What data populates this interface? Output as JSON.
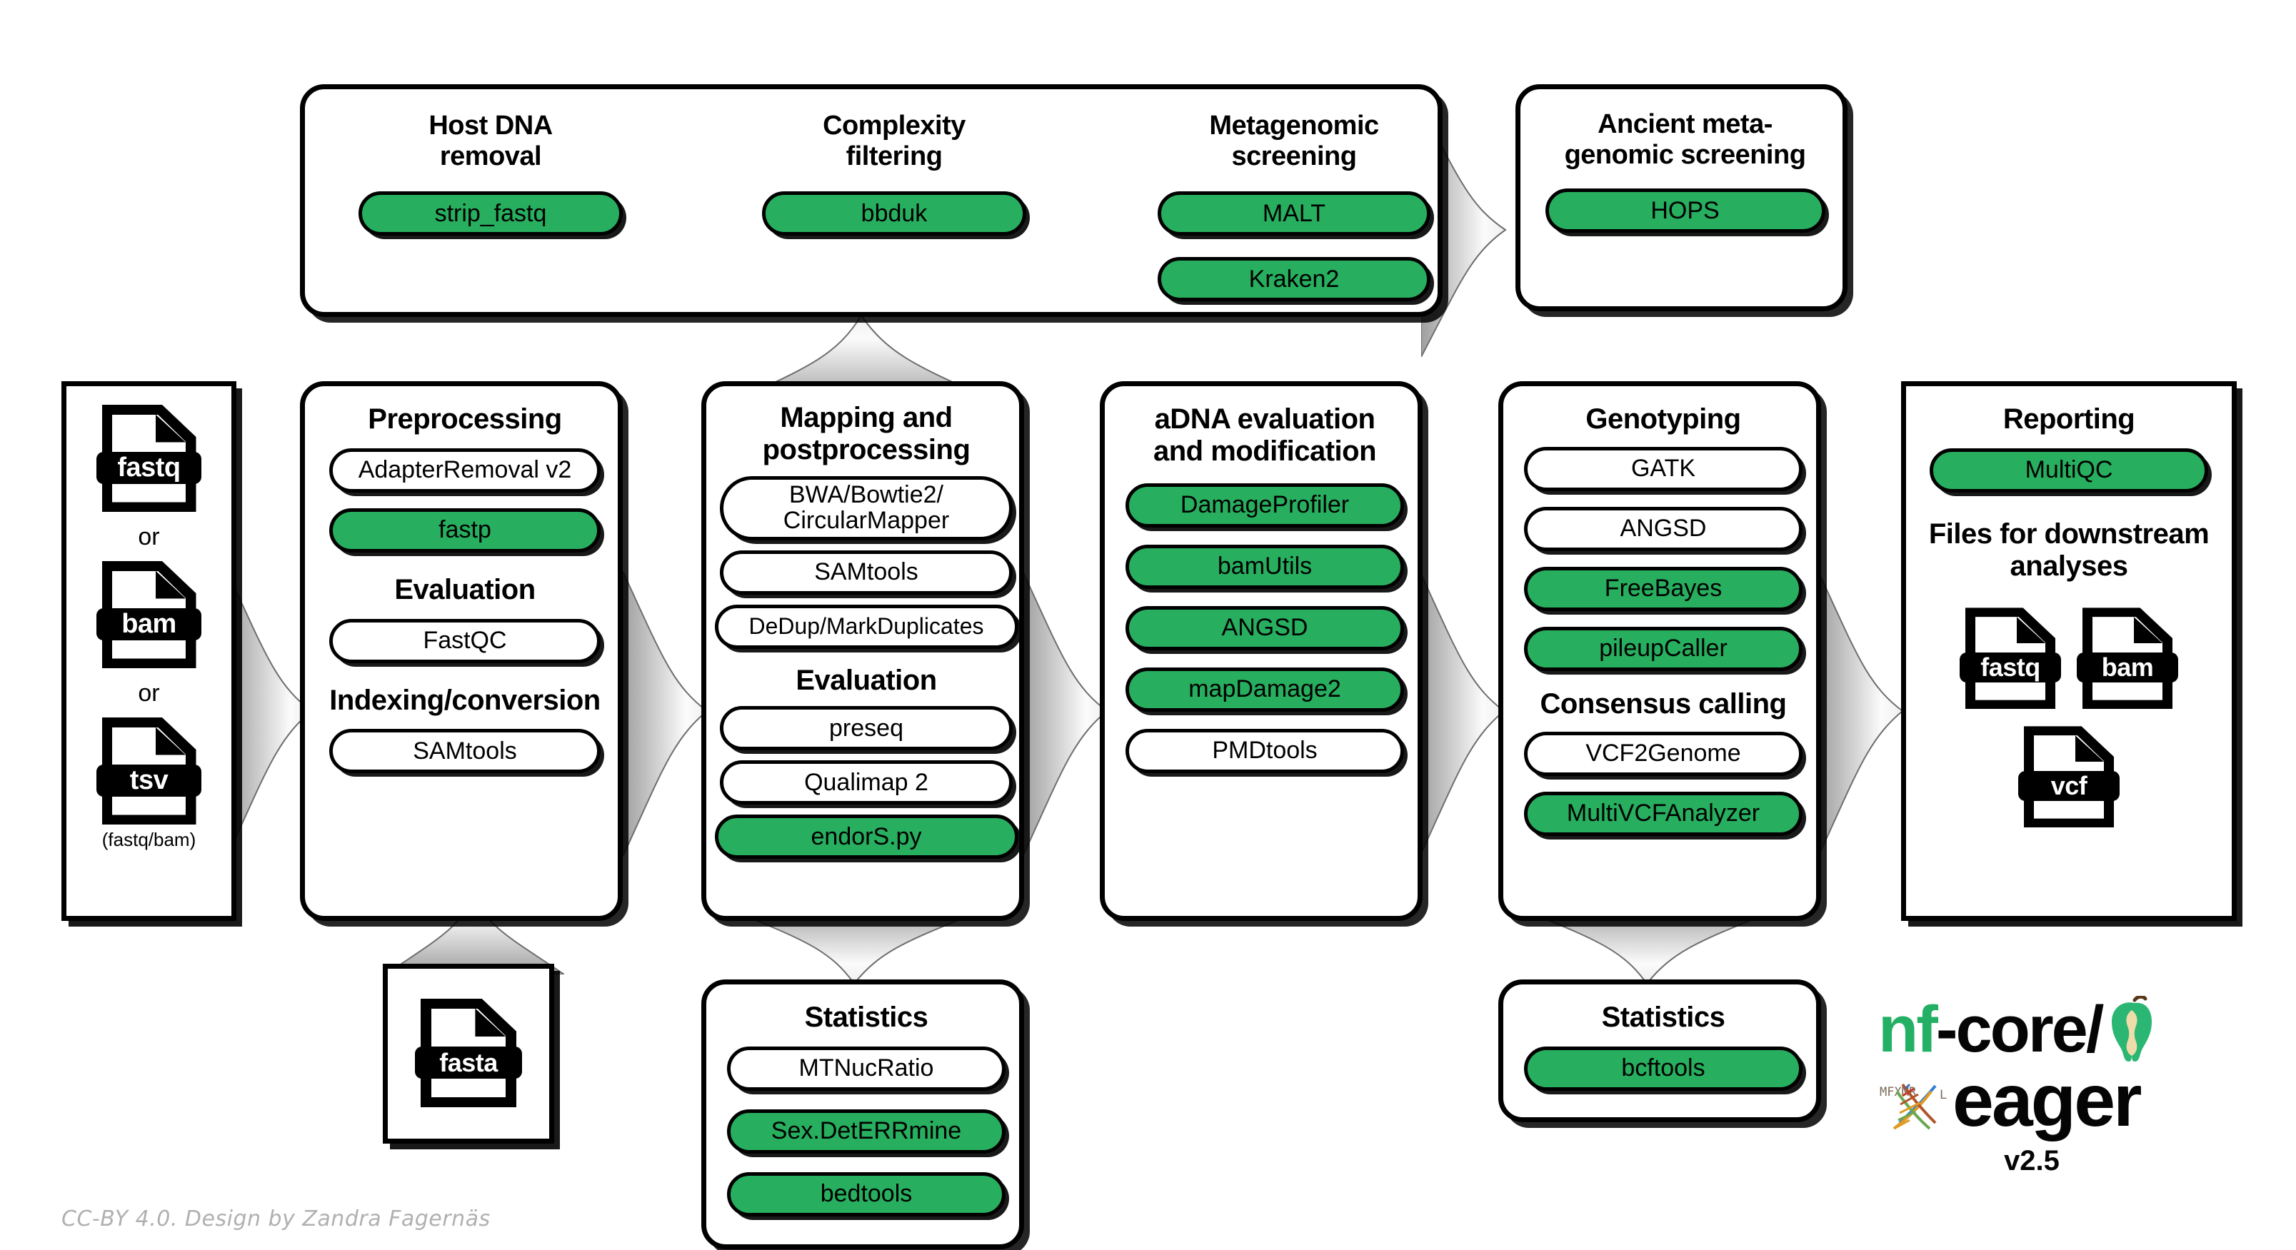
{
  "meta": {
    "credit": "CC-BY 4.0. Design by Zandra Fagernäs",
    "accent_green": "#27ae5e",
    "outline_black": "#000000"
  },
  "logo": {
    "nf": "nf",
    "core": "-core/",
    "eager": "eager",
    "version": "v2.5",
    "apple_icon": "apple-core-icon",
    "dna_icon": "dna-helix-icon"
  },
  "inputs": {
    "files": [
      {
        "label": "fastq",
        "icon": "file-icon"
      },
      {
        "label": "bam",
        "icon": "file-icon"
      },
      {
        "label": "tsv",
        "icon": "file-icon"
      }
    ],
    "or_1": "or",
    "or_2": "or",
    "tsv_note": "(fastq/bam)"
  },
  "reference": {
    "file": {
      "label": "fasta",
      "icon": "file-icon"
    }
  },
  "screening_panel": {
    "groups": [
      {
        "title": "Host DNA\nremoval",
        "tools": [
          {
            "label": "strip_fastq",
            "green": true
          }
        ]
      },
      {
        "title": "Complexity\nfiltering",
        "tools": [
          {
            "label": "bbduk",
            "green": true
          }
        ]
      },
      {
        "title": "Metagenomic\nscreening",
        "tools": [
          {
            "label": "MALT",
            "green": true
          },
          {
            "label": "Kraken2",
            "green": true
          }
        ]
      }
    ]
  },
  "ancient_screening": {
    "title": "Ancient meta-\ngenomic screening",
    "tools": [
      {
        "label": "HOPS",
        "green": true
      }
    ]
  },
  "preprocessing": {
    "title": "Preprocessing",
    "tools": [
      {
        "label": "AdapterRemoval v2",
        "green": false
      },
      {
        "label": "fastp",
        "green": true
      }
    ],
    "subhead_1": "Evaluation",
    "tools_2": [
      {
        "label": "FastQC",
        "green": false
      }
    ],
    "subhead_2": "Indexing/conversion",
    "tools_3": [
      {
        "label": "SAMtools",
        "green": false
      }
    ]
  },
  "mapping": {
    "title": "Mapping and\npostprocessing",
    "tools": [
      {
        "label": "BWA/Bowtie2/\nCircularMapper",
        "green": false
      },
      {
        "label": "SAMtools",
        "green": false
      },
      {
        "label": "DeDup/MarkDuplicates",
        "green": false
      }
    ],
    "subhead_1": "Evaluation",
    "tools_2": [
      {
        "label": "preseq",
        "green": false
      },
      {
        "label": "Qualimap 2",
        "green": false
      },
      {
        "label": "endorS.py",
        "green": true
      }
    ]
  },
  "adna": {
    "title": "aDNA evaluation\nand modification",
    "tools": [
      {
        "label": "DamageProfiler",
        "green": true
      },
      {
        "label": "bamUtils",
        "green": true
      },
      {
        "label": "ANGSD",
        "green": true
      },
      {
        "label": "mapDamage2",
        "green": true
      },
      {
        "label": "PMDtools",
        "green": false
      }
    ]
  },
  "genotyping": {
    "title": "Genotyping",
    "tools": [
      {
        "label": "GATK",
        "green": false
      },
      {
        "label": "ANGSD",
        "green": false
      },
      {
        "label": "FreeBayes",
        "green": true
      },
      {
        "label": "pileupCaller",
        "green": true
      }
    ],
    "subhead_1": "Consensus calling",
    "tools_2": [
      {
        "label": "VCF2Genome",
        "green": false
      },
      {
        "label": "MultiVCFAnalyzer",
        "green": true
      }
    ]
  },
  "reporting": {
    "title": "Reporting",
    "tools": [
      {
        "label": "MultiQC",
        "green": true
      }
    ],
    "subhead_1": "Files for downstream\nanalyses",
    "files": [
      {
        "label": "fastq",
        "icon": "file-icon"
      },
      {
        "label": "bam",
        "icon": "file-icon"
      },
      {
        "label": "vcf",
        "icon": "file-icon"
      }
    ]
  },
  "stats_left": {
    "title": "Statistics",
    "tools": [
      {
        "label": "MTNucRatio",
        "green": false
      },
      {
        "label": "Sex.DetERRmine",
        "green": true
      },
      {
        "label": "bedtools",
        "green": true
      }
    ]
  },
  "stats_right": {
    "title": "Statistics",
    "tools": [
      {
        "label": "bcftools",
        "green": true
      }
    ]
  }
}
